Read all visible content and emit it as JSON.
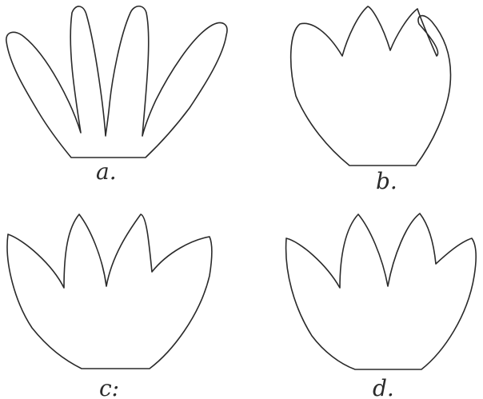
{
  "figure": {
    "panels": [
      {
        "id": "a",
        "label": "a."
      },
      {
        "id": "b",
        "label": "b."
      },
      {
        "id": "c",
        "label": "c:"
      },
      {
        "id": "d",
        "label": "d."
      }
    ]
  }
}
